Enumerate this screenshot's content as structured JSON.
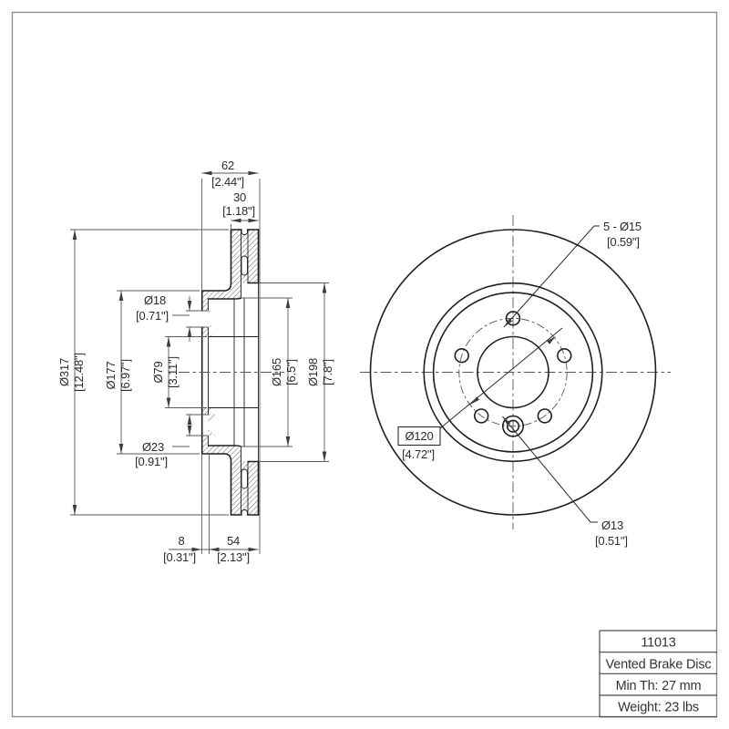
{
  "dimensions": {
    "overall_width": {
      "mm": "62",
      "in": "[2.44\"]"
    },
    "ring_width": {
      "mm": "30",
      "in": "[1.18\"]"
    },
    "outer_diameter": {
      "mm": "Ø317",
      "in": "[12.48\"]"
    },
    "hat_diameter": {
      "mm": "Ø177",
      "in": "[6.97\"]"
    },
    "bore_diameter": {
      "mm": "Ø79",
      "in": "[3.11\"]"
    },
    "flange_hole_top": {
      "mm": "Ø18",
      "in": "[0.71\"]"
    },
    "flange_hole_bottom": {
      "mm": "Ø23",
      "in": "[0.91\"]"
    },
    "vent_inner_diameter": {
      "mm": "Ø165",
      "in": "[6.5\"]"
    },
    "friction_inner_diameter": {
      "mm": "Ø198",
      "in": "[7.8\"]"
    },
    "flange_thickness": {
      "mm": "8",
      "in": "[0.31\"]"
    },
    "mounting_depth": {
      "mm": "54",
      "in": "[2.13\"]"
    },
    "bolt_holes": {
      "mm": "5 - Ø15",
      "in": "[0.59\"]"
    },
    "bolt_circle": {
      "mm": "Ø120",
      "in": "[4.72\"]"
    },
    "pin_hole": {
      "mm": "Ø13",
      "in": "[0.51\"]"
    }
  },
  "title_block": {
    "part_number": "11013",
    "product_name": "Vented Brake Disc",
    "min_thickness": "Min Th: 27 mm",
    "weight": "Weight: 23 lbs"
  },
  "colors": {
    "object_line": "#1f1f1f",
    "dimension_line": "#5a5a5a",
    "background": "#ffffff"
  }
}
